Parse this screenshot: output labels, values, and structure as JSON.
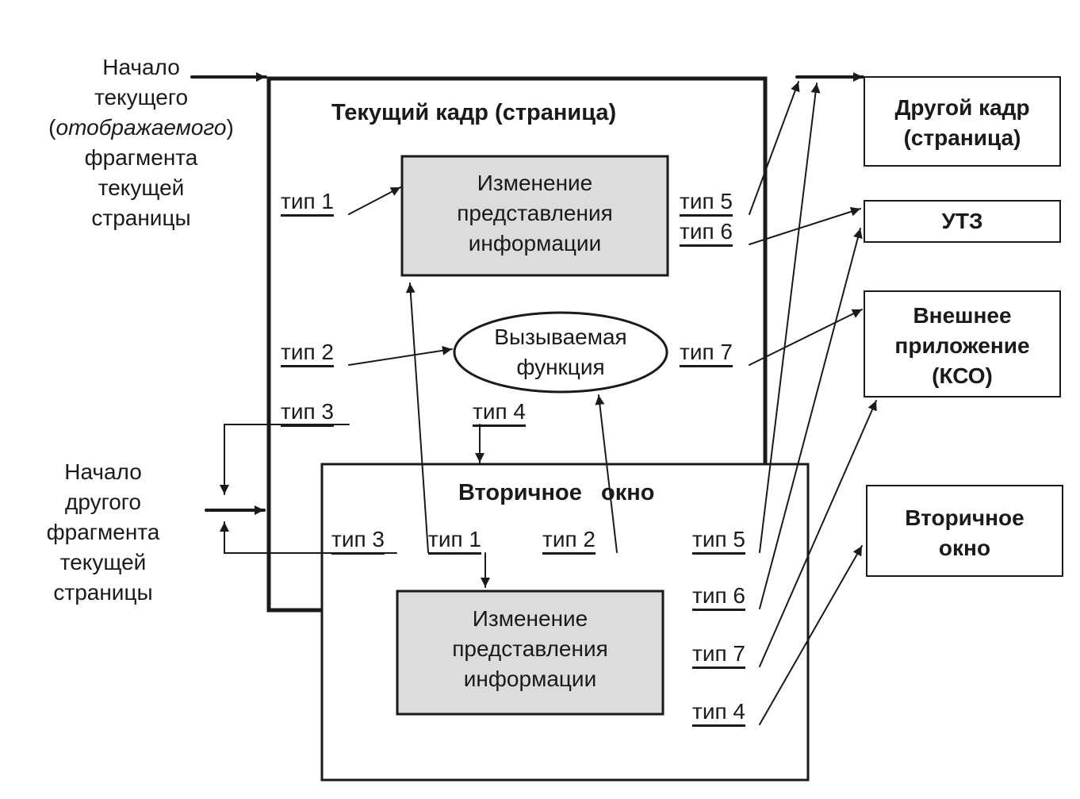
{
  "colors": {
    "ink": "#1a1a1a",
    "box_fill": "#dcdcdc",
    "background": "#ffffff"
  },
  "left": {
    "start_current": {
      "line1": "Начало",
      "line2": "текущего",
      "line3_open": "(",
      "line3_italic": "отображаемого",
      "line3_close": ")",
      "line4": "фрагмента",
      "line5": "текущей",
      "line6": "страницы"
    },
    "start_other": {
      "line1": "Начало",
      "line2": "другого",
      "line3": "фрагмента",
      "line4": "текущей",
      "line5": "страницы"
    }
  },
  "current_frame": {
    "title": "Текущий кадр (страница)",
    "change_box": {
      "line1": "Изменение",
      "line2": "представления",
      "line3": "информации"
    },
    "function_ellipse": {
      "line1": "Вызываемая",
      "line2": "функция"
    },
    "labels": {
      "type1": "тип 1",
      "type2": "тип 2",
      "type3": "тип 3",
      "type4": "тип 4",
      "type5": "тип 5",
      "type6": "тип 6",
      "type7": "тип 7"
    }
  },
  "secondary_window": {
    "title_part1": "Вторичное",
    "title_part2": "окно",
    "change_box": {
      "line1": "Изменение",
      "line2": "представления",
      "line3": "информации"
    },
    "labels": {
      "type3": "тип 3",
      "type1": "тип 1",
      "type2": "тип 2",
      "type5": "тип 5",
      "type6": "тип 6",
      "type7": "тип 7",
      "type4": "тип 4"
    }
  },
  "targets": {
    "other_frame": {
      "line1": "Другой кадр",
      "line2": "(страница)"
    },
    "utz": {
      "line1": "УТЗ"
    },
    "external_app": {
      "line1": "Внешнее",
      "line2": "приложение",
      "line3": "(КСО)"
    },
    "secondary_window": {
      "line1": "Вторичное",
      "line2": "окно"
    }
  }
}
